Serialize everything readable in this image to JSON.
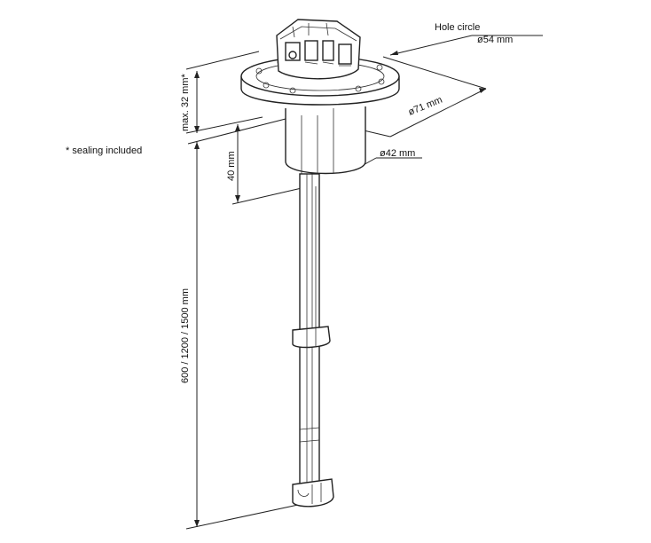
{
  "labels": {
    "hole_circle": "Hole circle",
    "d54": "ø54 mm",
    "d71": "ø71 mm",
    "d42": "ø42 mm",
    "max32": "max. 32 mm*",
    "h40": "40 mm",
    "length": "600 / 1200 / 1500 mm",
    "sealing": "* sealing included"
  }
}
